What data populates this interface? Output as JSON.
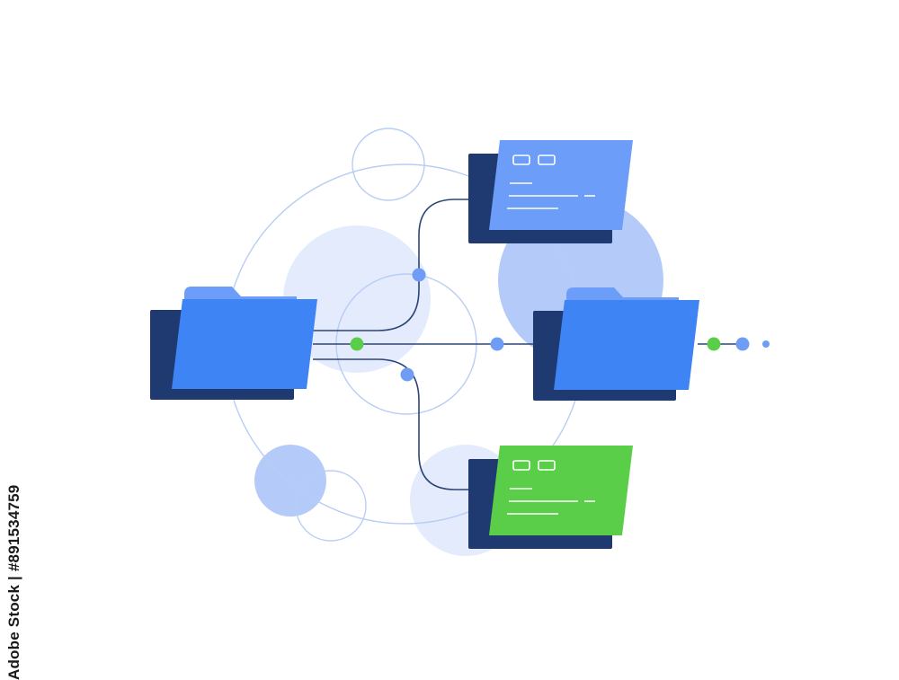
{
  "watermark": {
    "text": "Adobe Stock | #891534759"
  },
  "colors": {
    "dark_navy": "#1E3A70",
    "folder_blue": "#3E84F5",
    "doc_blue": "#6C9DF8",
    "doc_green": "#5BCE49",
    "node_blue": "#6F9DF5",
    "node_green": "#5BCE49",
    "light_circle": "#E3EBFC",
    "mid_circle": "#B4CAF8",
    "ring_stroke": "#B8CDF5",
    "line": "#2C4576"
  },
  "diagram": {
    "nodes": [
      {
        "id": "source-folder",
        "kind": "folder",
        "color": "folder_blue"
      },
      {
        "id": "target-folder",
        "kind": "folder",
        "color": "folder_blue"
      },
      {
        "id": "document-blue",
        "kind": "document-folder",
        "color": "doc_blue"
      },
      {
        "id": "document-green",
        "kind": "document-folder",
        "color": "doc_green"
      }
    ],
    "edges": [
      {
        "from": "source-folder",
        "to": "document-blue"
      },
      {
        "from": "source-folder",
        "to": "target-folder"
      },
      {
        "from": "source-folder",
        "to": "document-green"
      }
    ]
  }
}
